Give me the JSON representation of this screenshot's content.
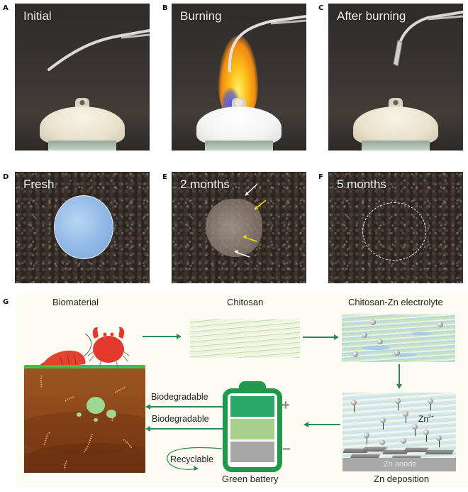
{
  "figure": {
    "panels": [
      {
        "id": "A",
        "label": "A",
        "caption": "Initial"
      },
      {
        "id": "B",
        "label": "B",
        "caption": "Burning"
      },
      {
        "id": "C",
        "label": "C",
        "caption": "After burning"
      },
      {
        "id": "D",
        "label": "D",
        "caption": "Fresh"
      },
      {
        "id": "E",
        "label": "E",
        "caption": "2 months"
      },
      {
        "id": "F",
        "label": "F",
        "caption": "5 months"
      }
    ],
    "schematic": {
      "label": "G",
      "titles": {
        "biomaterial": "Biomaterial",
        "chitosan": "Chitosan",
        "electrolyte": "Chitosan-Zn electrolyte",
        "battery": "Green battery",
        "deposition": "Zn deposition"
      },
      "arrows": {
        "biodegradable_1": "Biodegradable",
        "biodegradable_2": "Biodegradable",
        "recyclable": "Recyclable"
      },
      "battery_terminals": {
        "positive": "+",
        "negative": "−"
      },
      "ion_label": "Zn",
      "ion_charge": "2+",
      "anode_label": "Zn anode",
      "colors": {
        "battery_green": "#1f9a4c",
        "cell_top": "#2aa868",
        "cell_mid": "#a8d08d",
        "cell_bottom": "#a6a6a6",
        "arrow": "#2e8a5b",
        "soil": "#8f4a1c",
        "grass": "#3fbf3f",
        "crab": "#e23b2e",
        "background": "#fdfcf3"
      }
    }
  }
}
